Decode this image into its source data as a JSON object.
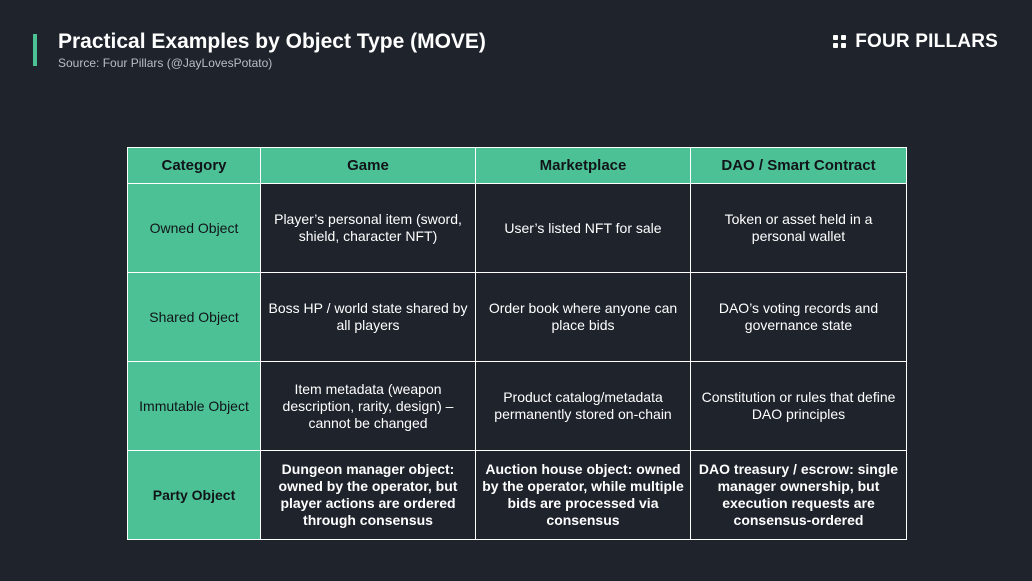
{
  "header": {
    "title": "Practical Examples by Object Type (MOVE)",
    "source": "Source: Four Pillars (@JayLovesPotato)",
    "brand_name": "FOUR PILLARS",
    "brand_icon": "four-dots-icon"
  },
  "colors": {
    "background": "#1e232c",
    "accent": "#4cc196",
    "text": "#ffffff"
  },
  "table": {
    "headers": [
      "Category",
      "Game",
      "Marketplace",
      "DAO / Smart Contract"
    ],
    "rows": [
      {
        "category": "Owned Object",
        "game": "Player’s personal item (sword, shield, character NFT)",
        "marketplace": "User’s listed NFT for sale",
        "dao": "Token or asset held in a personal wallet"
      },
      {
        "category": "Shared Object",
        "game": "Boss HP / world state shared by all players",
        "marketplace": "Order book where anyone can place bids",
        "dao": "DAO’s voting records and governance state"
      },
      {
        "category": "Immutable Object",
        "game": "Item metadata (weapon description, rarity, design) – cannot be changed",
        "marketplace": "Product catalog/metadata permanently stored on-chain",
        "dao": "Constitution or rules that define DAO principles"
      },
      {
        "category": "Party Object",
        "game": "Dungeon manager object: owned by the operator, but player actions are ordered through consensus",
        "marketplace": "Auction house object: owned by the operator, while multiple bids are processed via consensus",
        "dao": "DAO treasury / escrow: single manager ownership, but execution requests are consensus-ordered"
      }
    ]
  }
}
